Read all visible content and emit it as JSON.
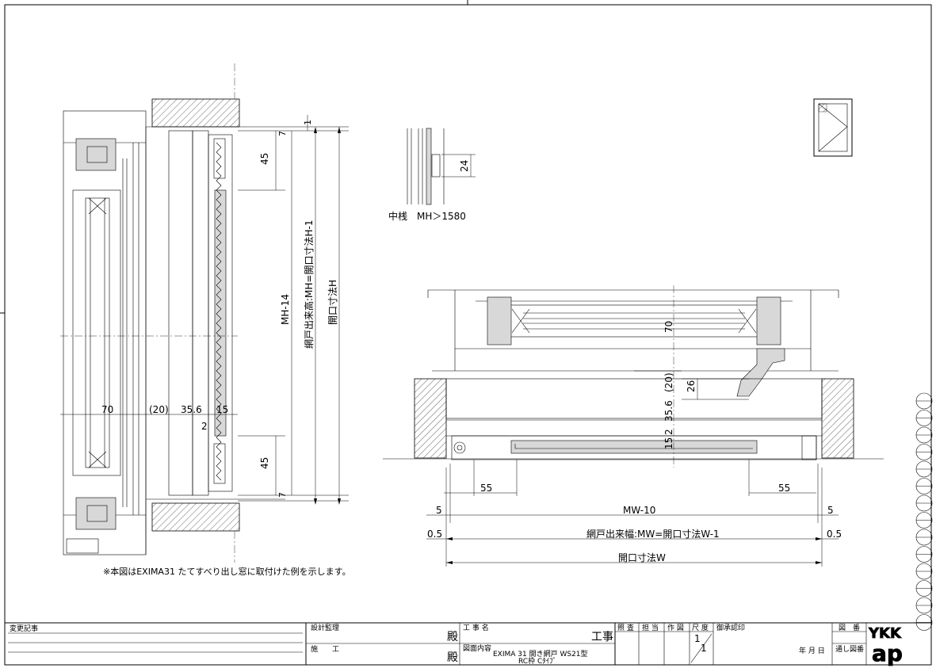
{
  "vertical_section": {
    "dims_right": [
      "1",
      "7",
      "45",
      "45",
      "7"
    ],
    "label_mh14": "MH-14",
    "label_net_height": "網戸出来高:MH=開口寸法H-1",
    "label_opening_h": "開口寸法H",
    "dims_bottom": [
      "70",
      "(20)",
      "35.6",
      "15"
    ],
    "dim_2": "2",
    "note": "※本図はEXIMA31 たてすべり出し窓に取付けた例を示します。"
  },
  "mullion_detail": {
    "dim": "24",
    "caption": "中桟　MH＞1580"
  },
  "horizontal_section": {
    "dims_vertical": [
      "70",
      "(20)",
      "35.6",
      "2",
      "15"
    ],
    "dim_26": "26",
    "dim_55_left": "55",
    "dim_55_right": "55",
    "dim_5_left": "5",
    "dim_5_right": "5",
    "label_mw10": "MW-10",
    "dim_05_left": "0.5",
    "dim_05_right": "0.5",
    "label_net_width": "網戸出来幅:MW=開口寸法W-1",
    "label_opening_w": "開口寸法W"
  },
  "title_block": {
    "revision_label": "変更記事",
    "design_supervision": "設計監理",
    "construction": "施　　工",
    "honorific_1": "殿",
    "honorific_2": "殿",
    "project_name_label": "工 事 名",
    "project_suffix": "工事",
    "drawing_content_label": "図面内容",
    "drawing_content_line1": "EXIMA 31 開き網戸 WS21型",
    "drawing_content_line2": "RC枠 Cﾀｲﾌﾟ",
    "check": "照 査",
    "charge": "担 当",
    "drawn": "作 図",
    "scale_label": "尺 度",
    "scale_value_num": "1",
    "scale_value_den": "1",
    "approval": "御承認印",
    "date": "年 月 日",
    "drawing_no_label": "図　番",
    "serial_no_label": "通し図番",
    "logo_top": "YKK",
    "logo_bottom": "ap"
  }
}
